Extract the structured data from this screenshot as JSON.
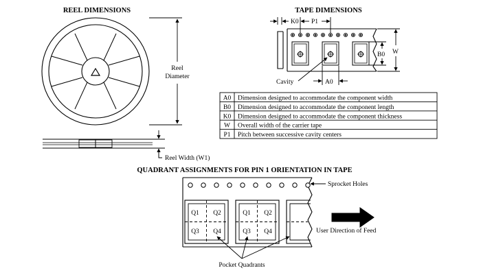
{
  "reel": {
    "title": "REEL DIMENSIONS",
    "diameter_label_line1": "Reel",
    "diameter_label_line2": "Diameter",
    "width_label": "Reel Width (W1)"
  },
  "tape": {
    "title": "TAPE DIMENSIONS",
    "k0": "K0",
    "p1": "P1",
    "b0": "B0",
    "w": "W",
    "a0": "A0",
    "cavity": "Cavity"
  },
  "dimension_table": [
    {
      "code": "A0",
      "description": "Dimension designed to accommodate the component width"
    },
    {
      "code": "B0",
      "description": "Dimension designed to accommodate the component length"
    },
    {
      "code": "K0",
      "description": "Dimension designed to accommodate the component thickness"
    },
    {
      "code": "W",
      "description": "Overall width of the carrier tape"
    },
    {
      "code": "P1",
      "description": "Pitch between successive cavity centers"
    }
  ],
  "quadrant": {
    "title": "QUADRANT ASSIGNMENTS FOR PIN 1 ORIENTATION IN TAPE",
    "sprocket_holes": "Sprocket Holes",
    "feed_direction": "User Direction of Feed",
    "pocket_quadrants": "Pocket Quadrants",
    "q1": "Q1",
    "q2": "Q2",
    "q3": "Q3",
    "q4": "Q4"
  }
}
